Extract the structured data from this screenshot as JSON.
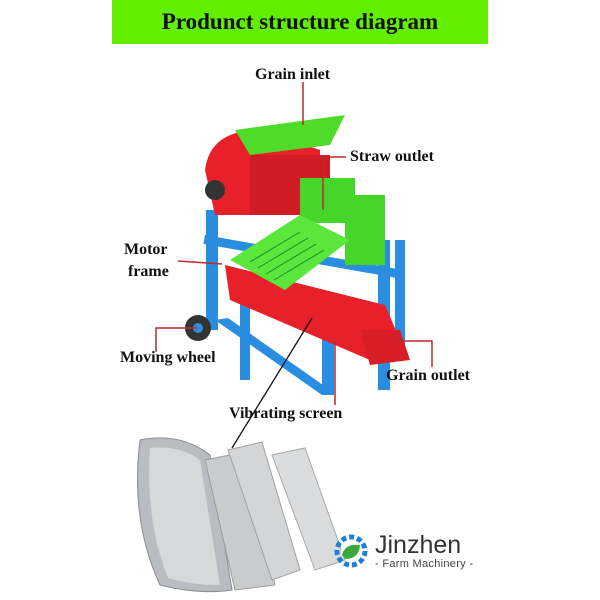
{
  "title": "Produnct structure diagram",
  "labels": {
    "grain_inlet": "Grain inlet",
    "straw_outlet": "Straw outlet",
    "motor_frame_1": "Motor",
    "motor_frame_2": "frame",
    "moving_wheel": "Moving wheel",
    "grain_outlet": "Grain outlet",
    "vibrating_screen": "Vibrating screen"
  },
  "logo": {
    "name": "Jinzhen",
    "tagline": "- Farm Machinery -"
  },
  "colors": {
    "banner": "#63ee00",
    "callout_line": "#c0282c",
    "machine_red": "#e8202a",
    "machine_green": "#46d62a",
    "frame_blue": "#2a8ee0"
  }
}
